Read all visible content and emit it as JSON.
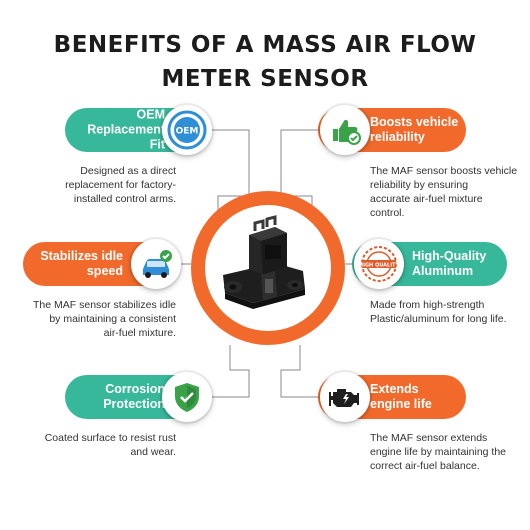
{
  "title": {
    "line1": "BENEFITS OF A MASS AIR FLOW",
    "line2": "METER SENSOR"
  },
  "colors": {
    "teal": "#38b89b",
    "orange": "#f16a2c",
    "title": "#1c1c1c",
    "text": "#333333"
  },
  "benefits": [
    {
      "heading_line1": "OEM",
      "heading_line2": "Replacement Fit",
      "badge_text": "OEM",
      "icon": "oem-badge-icon",
      "description": [
        "Designed as a direct",
        "replacement for factory-",
        "installed control arms."
      ]
    },
    {
      "heading_line1": "Boosts vehicle",
      "heading_line2": "reliability",
      "icon": "thumbs-up-check-icon",
      "description": [
        "The MAF sensor boosts vehicle",
        "reliability by ensuring",
        "accurate air-fuel mixture",
        "control."
      ]
    },
    {
      "heading_line1": "Stabilizes idle",
      "heading_line2": "speed",
      "icon": "car-check-icon",
      "description": [
        "The MAF sensor stabilizes idle",
        "by maintaining a consistent",
        "air-fuel mixture."
      ]
    },
    {
      "heading_line1": "High-Quality",
      "heading_line2": "Aluminum",
      "badge_text": "HIGH QUALITY",
      "icon": "high-quality-stamp-icon",
      "description": [
        "Made from high-strength",
        "Plastic/aluminum for long life."
      ]
    },
    {
      "heading_line1": "Corrosion",
      "heading_line2": "Protection",
      "icon": "shield-check-icon",
      "description": [
        "Coated surface to resist rust",
        "and wear."
      ]
    },
    {
      "heading_line1": "Extends",
      "heading_line2": "engine life",
      "icon": "engine-icon",
      "description": [
        "The MAF sensor extends",
        "engine life by maintaining the",
        "correct air-fuel balance."
      ]
    }
  ],
  "product": {
    "icon": "mass-air-flow-sensor-image"
  }
}
